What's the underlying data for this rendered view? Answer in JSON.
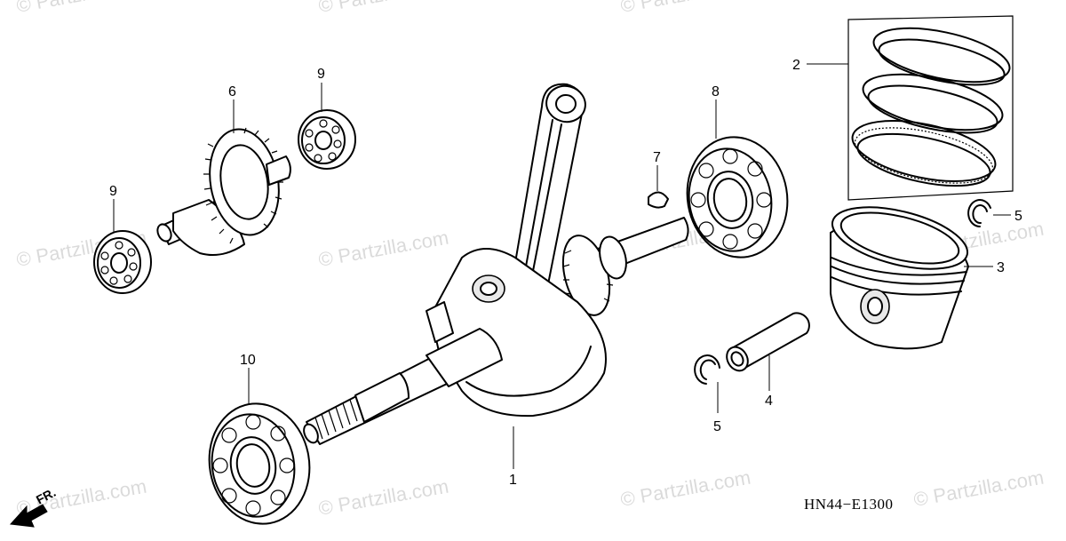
{
  "diagram": {
    "code": "HN44−E1300",
    "direction_label": "FR.",
    "watermark": "© Partzilla.com",
    "callouts": [
      {
        "id": "c1",
        "number": "1"
      },
      {
        "id": "c2",
        "number": "2"
      },
      {
        "id": "c3",
        "number": "3"
      },
      {
        "id": "c4",
        "number": "4"
      },
      {
        "id": "c5a",
        "number": "5"
      },
      {
        "id": "c5b",
        "number": "5"
      },
      {
        "id": "c6",
        "number": "6"
      },
      {
        "id": "c7",
        "number": "7"
      },
      {
        "id": "c8",
        "number": "8"
      },
      {
        "id": "c9a",
        "number": "9"
      },
      {
        "id": "c9b",
        "number": "9"
      },
      {
        "id": "c10",
        "number": "10"
      }
    ]
  }
}
